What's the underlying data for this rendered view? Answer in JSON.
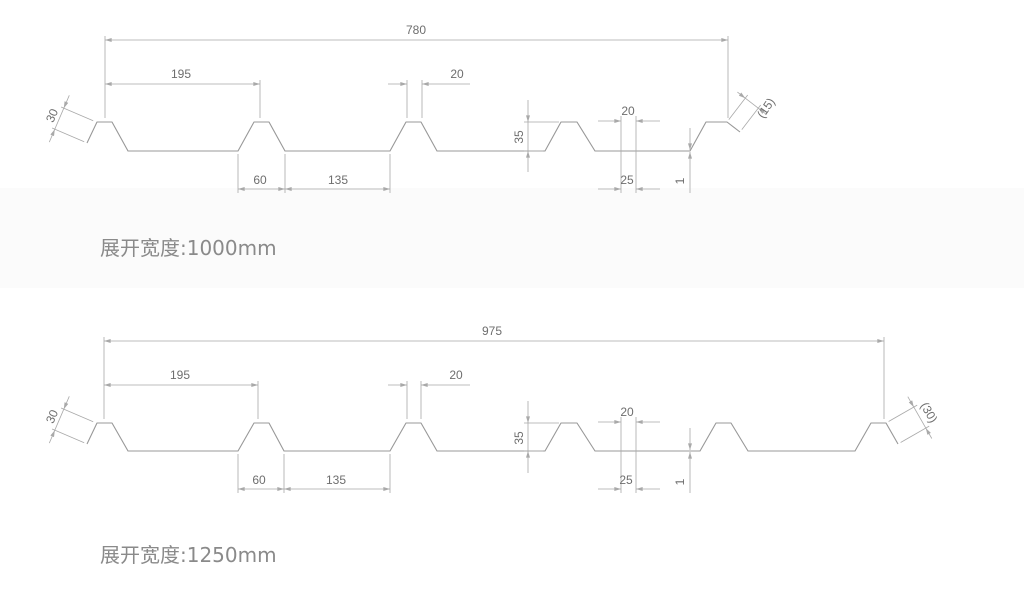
{
  "colors": {
    "line": "#a9a9a9",
    "profile": "#989898",
    "text": "#6e6e6e",
    "label": "#8a8a8a"
  },
  "drawings": [
    {
      "overall_width": "780",
      "pitch": "195",
      "rib_top": "20",
      "left_lip": "30",
      "rib_height": "35",
      "groove_top": "20",
      "groove_base": "25",
      "thickness": "1",
      "rib_base": "60",
      "valley": "135",
      "right_lip": "(15)",
      "unfolded_width_label": "展开宽度:1000mm"
    },
    {
      "overall_width": "975",
      "pitch": "195",
      "rib_top": "20",
      "left_lip": "30",
      "rib_height": "35",
      "groove_top": "20",
      "groove_base": "25",
      "thickness": "1",
      "rib_base": "60",
      "valley": "135",
      "right_lip": "(30)",
      "unfolded_width_label": "展开宽度:1250mm"
    }
  ]
}
